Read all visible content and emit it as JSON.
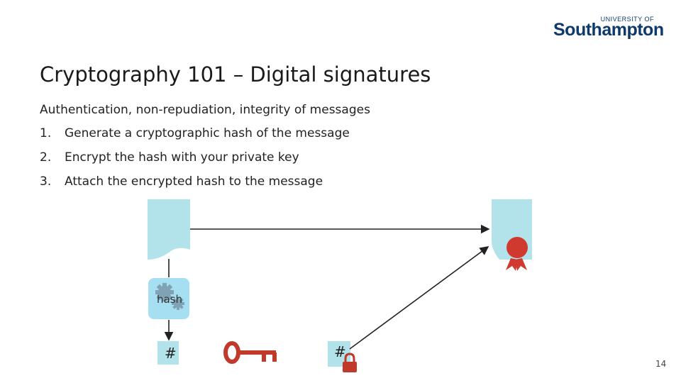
{
  "logo": {
    "university_of": "UNIVERSITY OF",
    "name": "Southampton"
  },
  "title": "Cryptography 101 – Digital signatures",
  "subtitle": "Authentication, non-repudiation, integrity of messages",
  "steps": [
    {
      "num": "1.",
      "text": "Generate a cryptographic hash of the message"
    },
    {
      "num": "2.",
      "text": "Encrypt the hash with your private key"
    },
    {
      "num": "3.",
      "text": "Attach the encrypted hash to the message"
    }
  ],
  "diagram": {
    "hash_box_label": "hash",
    "hash_symbol": "#",
    "encrypted_hash_symbol": "#"
  },
  "page_number": "14",
  "colors": {
    "document": "#b3e3ea",
    "hash_box": "#a6def2",
    "gear": "#7fa2b5",
    "key": "#c0392b",
    "lock": "#c0392b",
    "seal": "#d0392f",
    "brand": "#0e3a6b"
  }
}
